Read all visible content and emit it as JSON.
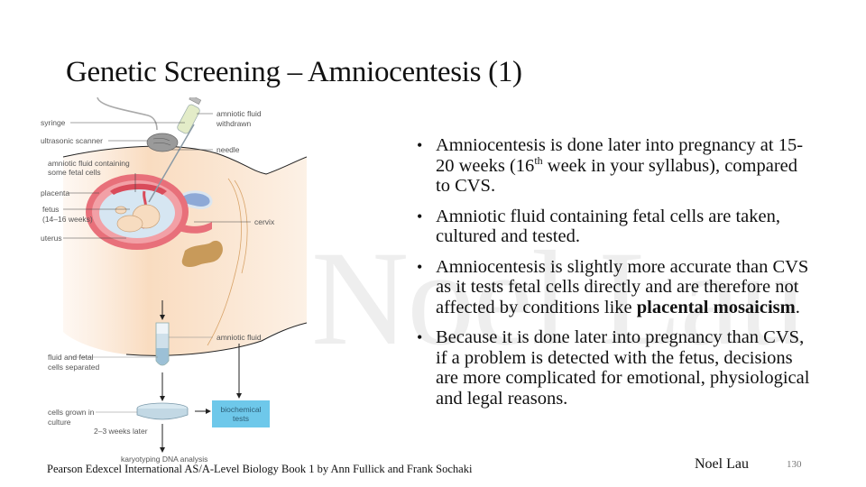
{
  "slide": {
    "title": "Genetic Screening – Amniocentesis (1)",
    "watermark": "Noel Lau",
    "bullets": [
      {
        "pre": "Amniocentesis is done later into pregnancy at 15-20 weeks (16",
        "sup": "th",
        "post": " week in your syllabus), compared to CVS."
      },
      {
        "text": "Amniotic fluid containing fetal cells are taken, cultured and tested."
      },
      {
        "pre": "Amniocentesis is slightly more accurate than CVS as it tests fetal cells directly and are therefore not affected by conditions like ",
        "bold": "placental mosaicism",
        "post": "."
      },
      {
        "text": "Because it is done later into pregnancy than CVS, if a problem is detected with the fetus, decisions are more complicated for emotional, physiological and legal reasons."
      }
    ],
    "bullet_symbol": "•",
    "author": "Noel Lau",
    "page_number": "130",
    "source": "Pearson Edexcel International AS/A-Level Biology Book 1 by Ann Fullick and Frank Sochaki"
  },
  "diagram": {
    "labels": {
      "syringe": "syringe",
      "ultrasonic_scanner": "ultrasonic scanner",
      "amniotic_fluid_cells_1": "amniotic fluid containing",
      "amniotic_fluid_cells_2": "some fetal cells",
      "placenta": "placenta",
      "fetus_1": "fetus",
      "fetus_2": "(14–16 weeks)",
      "uterus": "uterus",
      "fluid_withdrawn_1": "amniotic fluid",
      "fluid_withdrawn_2": "withdrawn",
      "needle": "needle",
      "cervix": "cervix",
      "amniotic_fluid": "amniotic fluid",
      "separated_1": "fluid and fetal",
      "separated_2": "cells separated",
      "culture_1": "cells grown in",
      "culture_2": "culture",
      "weeks_later": "2–3 weeks later",
      "biochem_1": "biochemical",
      "biochem_2": "tests",
      "karyotyping": "karyotyping DNA analysis"
    },
    "colors": {
      "skin": "#f9dcc0",
      "uterus": "#e8707a",
      "amniotic": "#d6e6f2",
      "fetus": "#f7dcc0",
      "bladder": "#8ea9d6",
      "bowel": "#c89a5a",
      "syringe": "#e3ecc8",
      "scanner": "#9a9a9a",
      "biochem_box": "#6ec8ea",
      "tube_fluid": "#b9d4e2"
    }
  }
}
